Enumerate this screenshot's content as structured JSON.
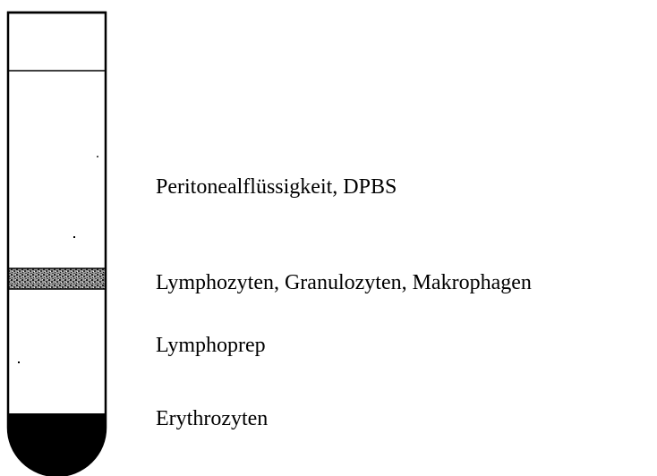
{
  "tube": {
    "layers": [
      {
        "id": "peritoneal-fluid",
        "label": "Peritonealflüssigkeit, DPBS"
      },
      {
        "id": "cell-band",
        "label": "Lymphozyten, Granulozyten, Makrophagen"
      },
      {
        "id": "lymphoprep",
        "label": "Lymphoprep"
      },
      {
        "id": "erythrocytes",
        "label": "Erythrozyten"
      }
    ]
  }
}
